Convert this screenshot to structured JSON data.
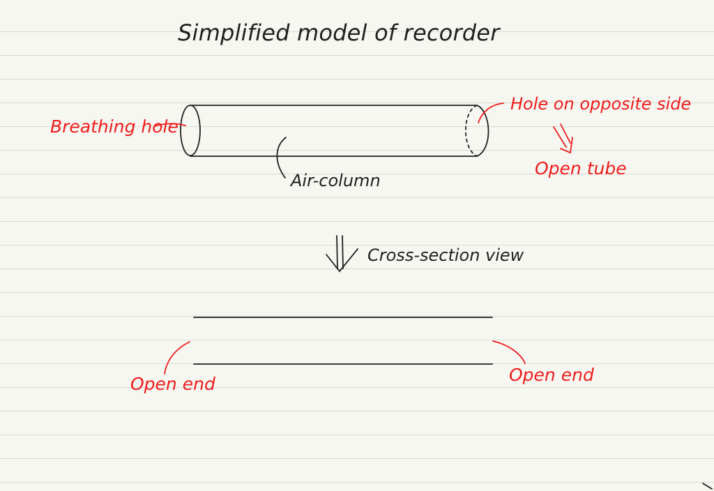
{
  "diagram": {
    "title": "Simplified model of recorder",
    "labels": {
      "breathing_hole": "Breathing hole",
      "hole_opposite": "Hole on opposite side",
      "open_tube": "Open tube",
      "air_column": "Air-column",
      "cross_section": "Cross-section view",
      "open_end_left": "Open end",
      "open_end_right": "Open end"
    },
    "colors": {
      "ink_black": "#1f1f1f",
      "ink_red": "#ee1c1c",
      "paper": "#f7f7f2",
      "rule_lines": "#d9dad3"
    }
  }
}
